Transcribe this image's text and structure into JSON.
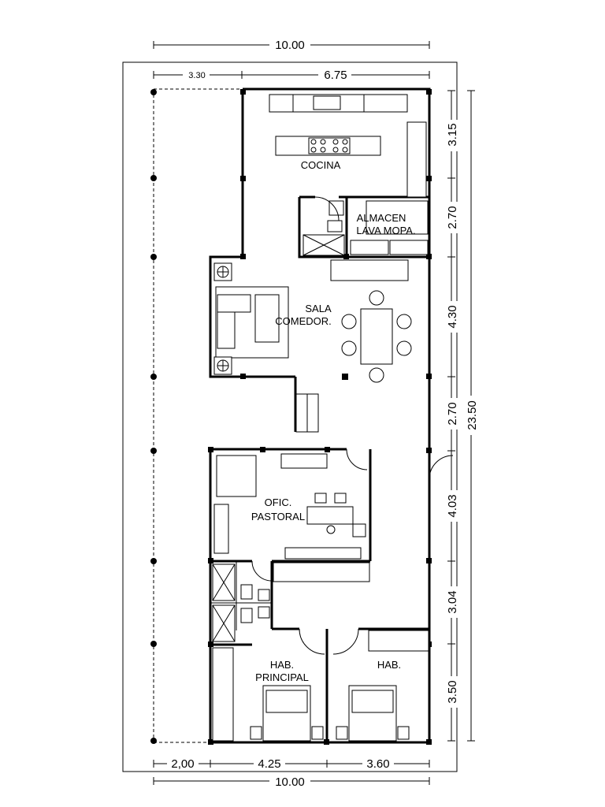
{
  "dimensions": {
    "top_overall": "10.00",
    "top_left": "3.30",
    "top_right": "6.75",
    "right_segments": [
      "3.15",
      "2.70",
      "4.30",
      "2.70",
      "4.03",
      "3.04",
      "3.50"
    ],
    "right_overall": "23.50",
    "bottom_left": "2,00",
    "bottom_mid": "4.25",
    "bottom_right": "3.60",
    "bottom_overall": "10.00"
  },
  "rooms": {
    "cocina": "COCINA",
    "almacen_1": "ALMACEN",
    "almacen_2": "LAVA MOPA.",
    "sala_1": "SALA",
    "sala_2": "COMEDOR.",
    "oficina_1": "OFIC.",
    "oficina_2": "PASTORAL",
    "hab_principal_1": "HAB.",
    "hab_principal_2": "PRINCIPAL",
    "hab_2": "HAB."
  }
}
